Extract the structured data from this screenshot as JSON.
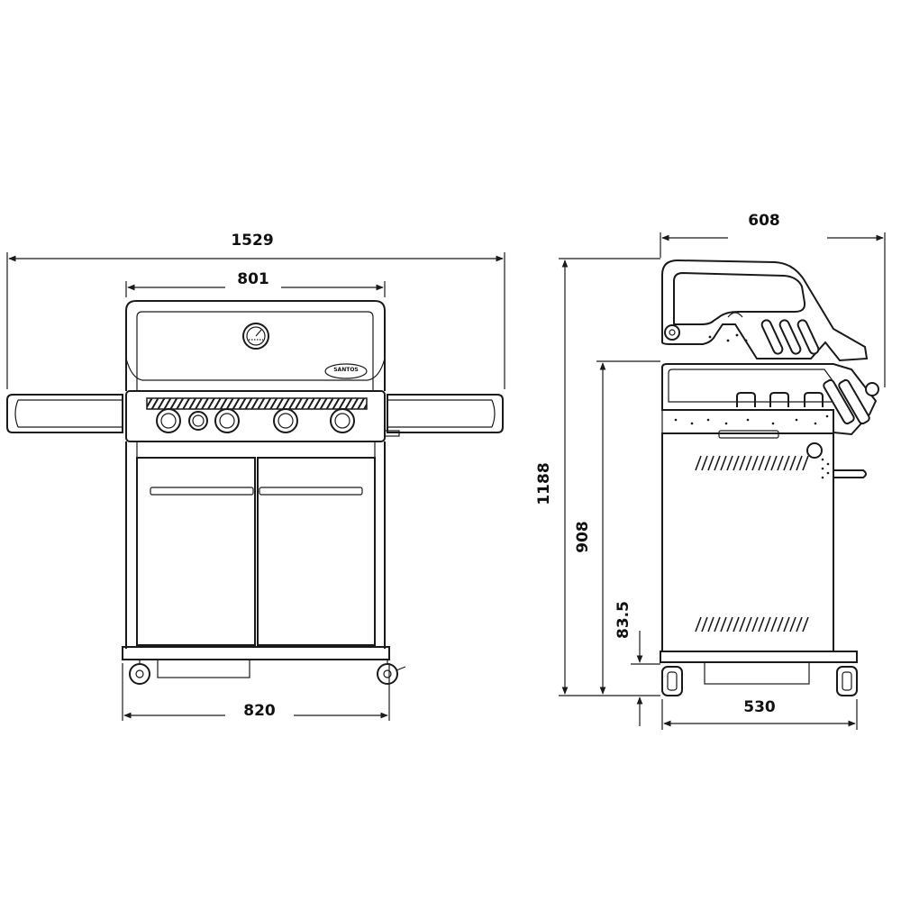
{
  "dimensions": {
    "total_width": "1529",
    "lid_width": "801",
    "cart_width": "820",
    "depth": "608",
    "total_height": "1188",
    "work_height": "908",
    "wheel_height": "83.5",
    "cart_depth": "530"
  },
  "logo_text": "SANTOS"
}
